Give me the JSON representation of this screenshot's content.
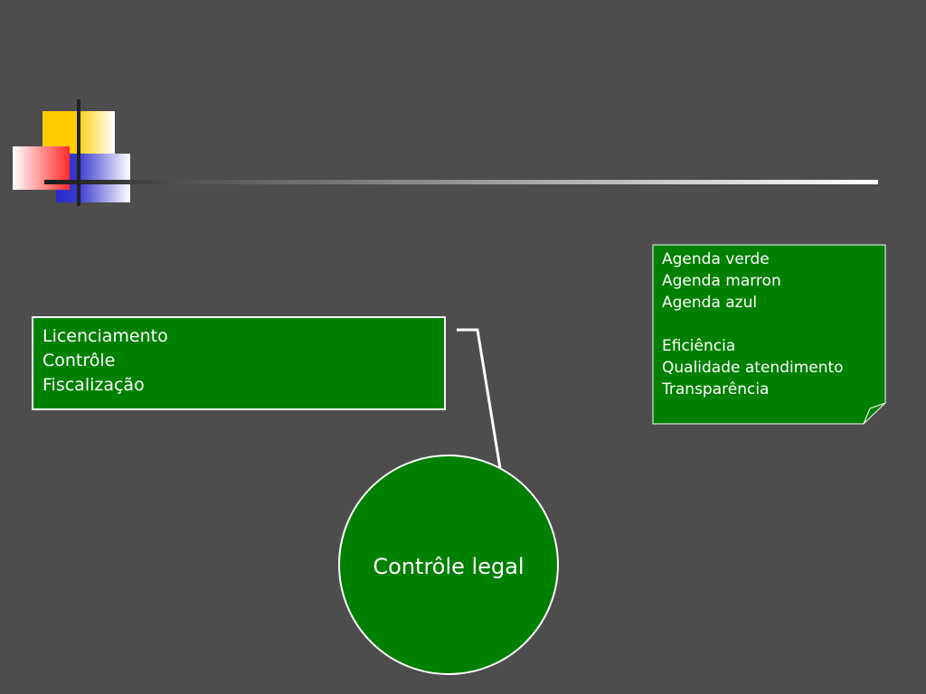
{
  "colors": {
    "background": "#4d4d4d",
    "box_fill": "#008000",
    "outline": "#ffffff",
    "accent_yellow": "#ffcc00",
    "accent_red": "#ff3333",
    "accent_blue": "#3333cc"
  },
  "left_box": {
    "lines": [
      "Licenciamento",
      "Contrôle",
      "Fiscalização"
    ]
  },
  "note": {
    "lines": [
      "Agenda verde",
      "Agenda marron",
      "Agenda azul",
      "",
      "Eficiência",
      "Qualidade atendimento",
      "Transparência"
    ]
  },
  "circle": {
    "label": "Contrôle legal"
  }
}
